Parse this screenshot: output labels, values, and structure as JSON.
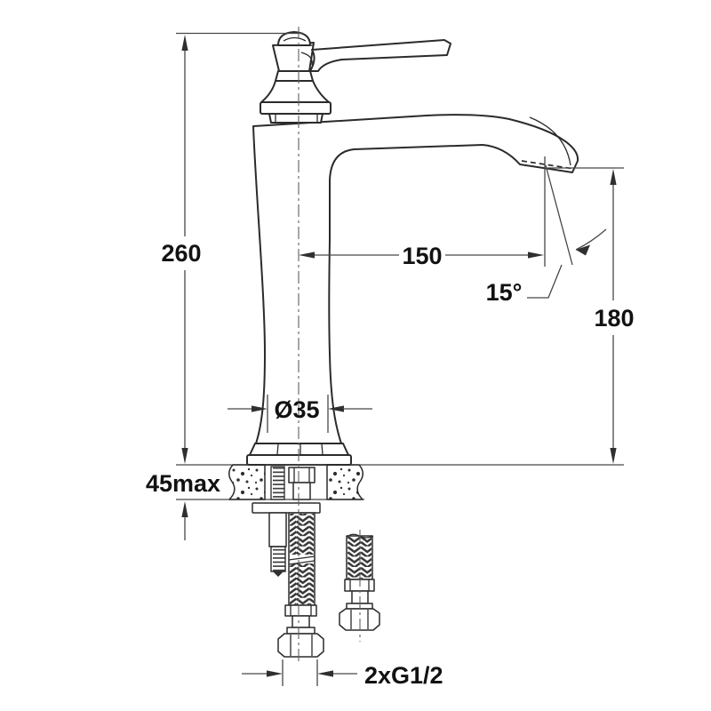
{
  "drawing": {
    "kind": "faucet installation dimension drawing",
    "colors": {
      "background": "#ffffff",
      "object_line": "#2b2b2b",
      "dimension_line": "#474747",
      "text": "#121212"
    },
    "dimensions": {
      "total_height": "260",
      "deck_thickness": "45max",
      "body_diameter": "Ø35",
      "spout_reach": "150",
      "spout_angle": "15°",
      "spout_height": "180",
      "supply_connections": "2xG1/2"
    }
  }
}
